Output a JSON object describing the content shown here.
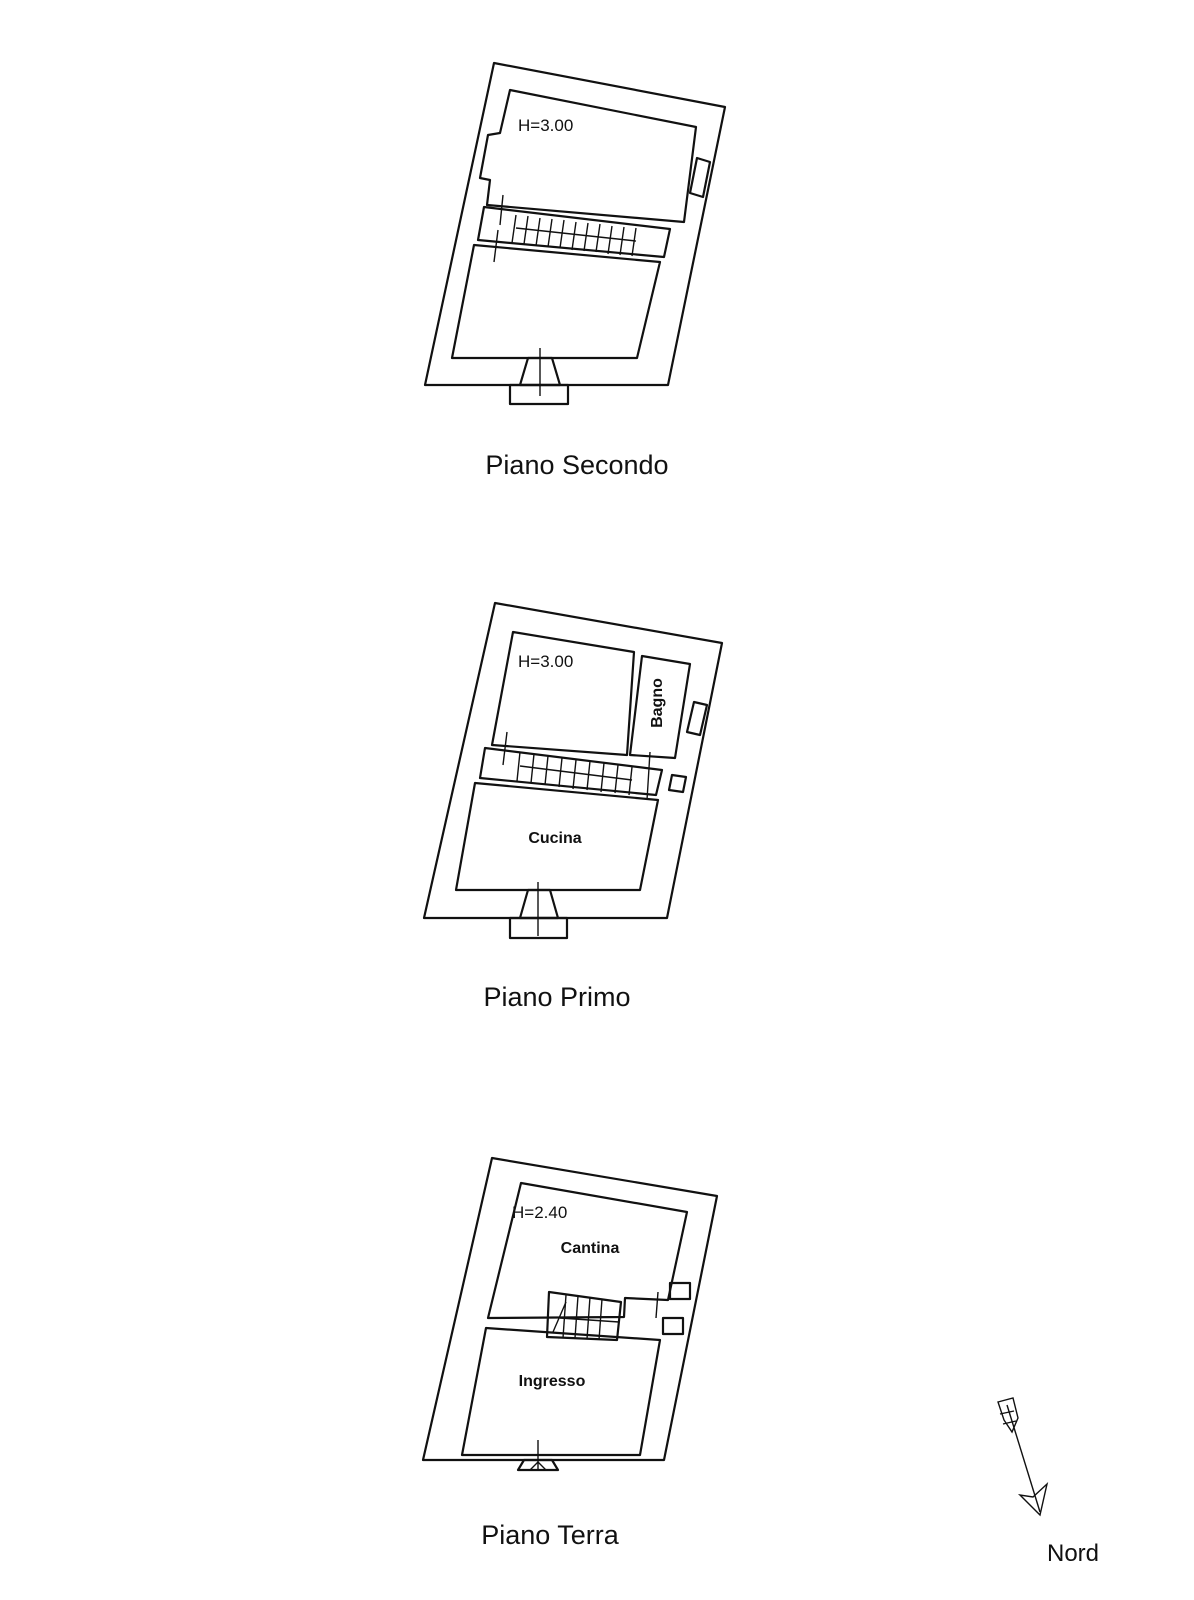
{
  "floors": [
    {
      "title": "Piano Secondo",
      "height": "H=3.00",
      "rooms": []
    },
    {
      "title": "Piano Primo",
      "height": "H=3.00",
      "rooms": [
        "Bagno",
        "Cucina"
      ]
    },
    {
      "title": "Piano Terra",
      "height": "H=2.40",
      "rooms": [
        "Cantina",
        "Ingresso"
      ]
    }
  ],
  "north_label": "Nord",
  "icons": {
    "north_arrow": "north-arrow-icon"
  }
}
